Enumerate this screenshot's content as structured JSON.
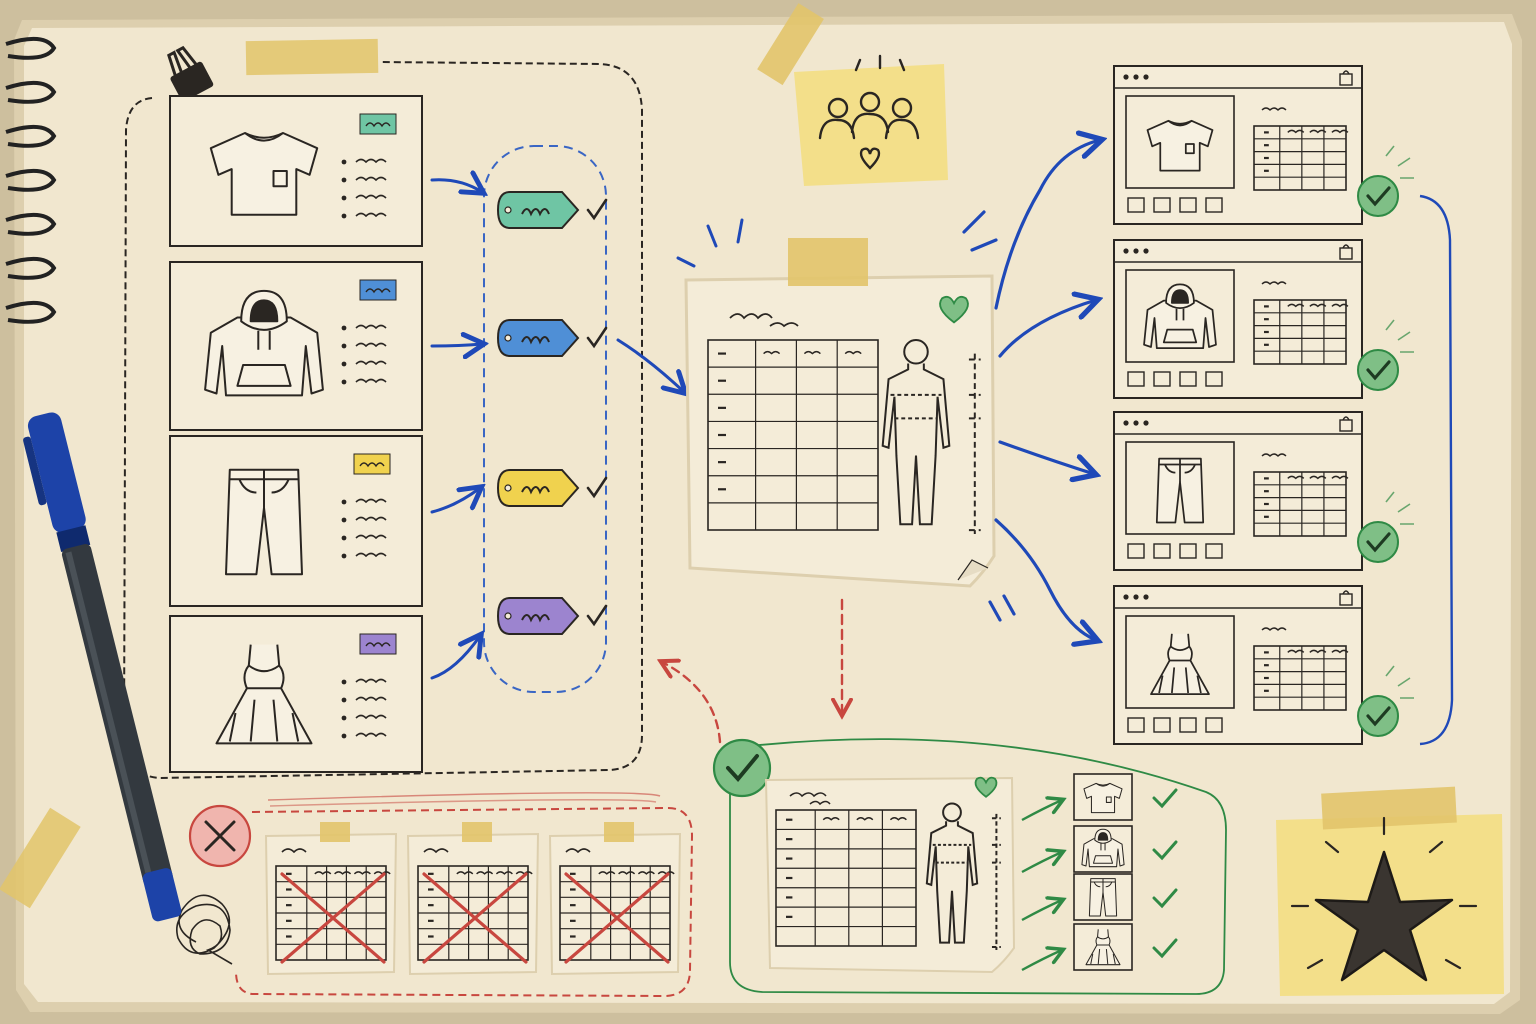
{
  "colors": {
    "paper": "#f1e7cf",
    "paper_edge": "#ddcfae",
    "card": "#f4ecd8",
    "ink": "#2a2622",
    "blue": "#1f49b8",
    "blue_dash": "#3a66c4",
    "red": "#c8473f",
    "green": "#2f8a45",
    "check_fill": "#7fbf86",
    "tape": "#e2c46a",
    "sticky": "#f3df8a"
  },
  "products": [
    {
      "kind": "tshirt",
      "tag_color": "#6fc5a4"
    },
    {
      "kind": "hoodie",
      "tag_color": "#4f8fd6"
    },
    {
      "kind": "pants",
      "tag_color": "#f0d24e"
    },
    {
      "kind": "dress",
      "tag_color": "#9c84cf"
    }
  ],
  "icons": {
    "binder_clip": "binder-clip-icon",
    "team": "team-with-heart-icon",
    "heart": "heart-icon",
    "body": "body-measure-icon",
    "bag": "shopping-bag-icon",
    "check": "check-circle-icon",
    "reject": "x-circle-icon",
    "scribble": "scribble-icon",
    "star": "star-icon",
    "marker": "marker-pen-icon"
  }
}
